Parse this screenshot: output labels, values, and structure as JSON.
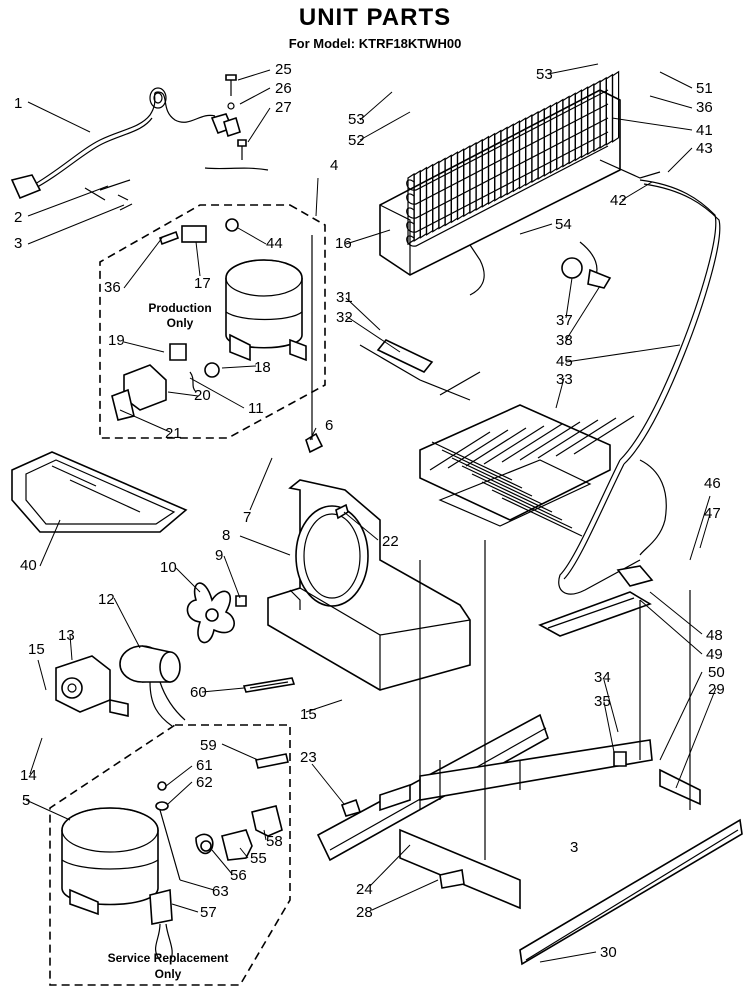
{
  "header": {
    "title": "UNIT PARTS",
    "subtitle": "For Model: KTRF18KTWH00"
  },
  "boxes": {
    "production": "Production\nOnly",
    "service": "Service Replacement\nOnly"
  },
  "callouts": [
    {
      "id": "c1",
      "text": "1"
    },
    {
      "id": "c2",
      "text": "2"
    },
    {
      "id": "c3a",
      "text": "3"
    },
    {
      "id": "c3b",
      "text": "3"
    },
    {
      "id": "c4",
      "text": "4"
    },
    {
      "id": "c5",
      "text": "5"
    },
    {
      "id": "c6",
      "text": "6"
    },
    {
      "id": "c7",
      "text": "7"
    },
    {
      "id": "c8",
      "text": "8"
    },
    {
      "id": "c9",
      "text": "9"
    },
    {
      "id": "c10",
      "text": "10"
    },
    {
      "id": "c11",
      "text": "11"
    },
    {
      "id": "c12",
      "text": "12"
    },
    {
      "id": "c13",
      "text": "13"
    },
    {
      "id": "c14",
      "text": "14"
    },
    {
      "id": "c15a",
      "text": "15"
    },
    {
      "id": "c15b",
      "text": "15"
    },
    {
      "id": "c16",
      "text": "16"
    },
    {
      "id": "c17",
      "text": "17"
    },
    {
      "id": "c18",
      "text": "18"
    },
    {
      "id": "c19",
      "text": "19"
    },
    {
      "id": "c20",
      "text": "20"
    },
    {
      "id": "c21",
      "text": "21"
    },
    {
      "id": "c22",
      "text": "22"
    },
    {
      "id": "c23",
      "text": "23"
    },
    {
      "id": "c24",
      "text": "24"
    },
    {
      "id": "c25",
      "text": "25"
    },
    {
      "id": "c26",
      "text": "26"
    },
    {
      "id": "c27",
      "text": "27"
    },
    {
      "id": "c28",
      "text": "28"
    },
    {
      "id": "c29",
      "text": "29"
    },
    {
      "id": "c30",
      "text": "30"
    },
    {
      "id": "c31",
      "text": "31"
    },
    {
      "id": "c32",
      "text": "32"
    },
    {
      "id": "c33",
      "text": "33"
    },
    {
      "id": "c34",
      "text": "34"
    },
    {
      "id": "c35",
      "text": "35"
    },
    {
      "id": "c36a",
      "text": "36"
    },
    {
      "id": "c36b",
      "text": "36"
    },
    {
      "id": "c37",
      "text": "37"
    },
    {
      "id": "c38",
      "text": "38"
    },
    {
      "id": "c40",
      "text": "40"
    },
    {
      "id": "c41",
      "text": "41"
    },
    {
      "id": "c42",
      "text": "42"
    },
    {
      "id": "c43",
      "text": "43"
    },
    {
      "id": "c44",
      "text": "44"
    },
    {
      "id": "c45",
      "text": "45"
    },
    {
      "id": "c46",
      "text": "46"
    },
    {
      "id": "c47",
      "text": "47"
    },
    {
      "id": "c48",
      "text": "48"
    },
    {
      "id": "c49",
      "text": "49"
    },
    {
      "id": "c50",
      "text": "50"
    },
    {
      "id": "c51",
      "text": "51"
    },
    {
      "id": "c52",
      "text": "52"
    },
    {
      "id": "c53a",
      "text": "53"
    },
    {
      "id": "c53b",
      "text": "53"
    },
    {
      "id": "c54",
      "text": "54"
    },
    {
      "id": "c55",
      "text": "55"
    },
    {
      "id": "c56",
      "text": "56"
    },
    {
      "id": "c57",
      "text": "57"
    },
    {
      "id": "c58",
      "text": "58"
    },
    {
      "id": "c59",
      "text": "59"
    },
    {
      "id": "c60",
      "text": "60"
    },
    {
      "id": "c61",
      "text": "61"
    },
    {
      "id": "c62",
      "text": "62"
    },
    {
      "id": "c63",
      "text": "63"
    }
  ]
}
